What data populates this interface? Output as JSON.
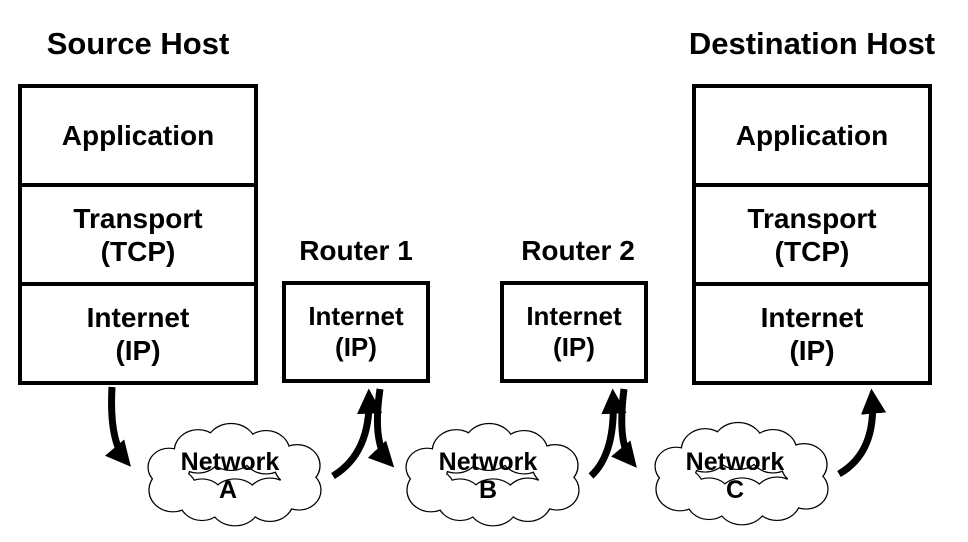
{
  "source_host": {
    "title": "Source Host",
    "layers": [
      {
        "lines": [
          "Application"
        ]
      },
      {
        "lines": [
          "Transport",
          "(TCP)"
        ]
      },
      {
        "lines": [
          "Internet",
          "(IP)"
        ]
      }
    ]
  },
  "destination_host": {
    "title": "Destination Host",
    "layers": [
      {
        "lines": [
          "Application"
        ]
      },
      {
        "lines": [
          "Transport",
          "(TCP)"
        ]
      },
      {
        "lines": [
          "Internet",
          "(IP)"
        ]
      }
    ]
  },
  "routers": [
    {
      "title": "Router 1",
      "lines": [
        "Internet",
        "(IP)"
      ]
    },
    {
      "title": "Router 2",
      "lines": [
        "Internet",
        "(IP)"
      ]
    }
  ],
  "networks": [
    {
      "lines": [
        "Network",
        "A"
      ]
    },
    {
      "lines": [
        "Network",
        "B"
      ]
    },
    {
      "lines": [
        "Network",
        "C"
      ]
    }
  ],
  "colors": {
    "ink": "#000000",
    "background": "#ffffff"
  }
}
